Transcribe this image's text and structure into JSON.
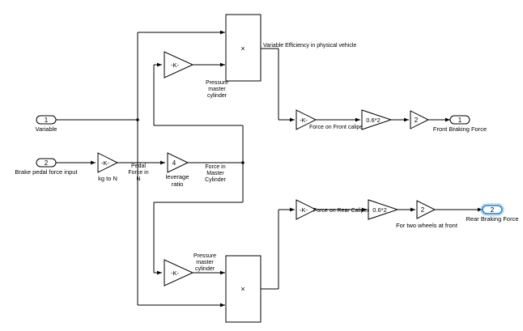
{
  "ports": {
    "in1": {
      "number": "1",
      "label": "Variable"
    },
    "in2": {
      "number": "2",
      "label": "Brake pedal force input"
    },
    "out1": {
      "number": "1",
      "label": "Front Braking Force"
    },
    "out2": {
      "number": "2",
      "label": "Rear Braking Force"
    }
  },
  "blocks": {
    "kg_to_n": {
      "value": "-K-",
      "label": "kg to N"
    },
    "leverage": {
      "value": "4",
      "label_line1": "leverage",
      "label_line2": "ratio"
    },
    "pmc_top": {
      "value": "-K-",
      "label_line1": "Pressure",
      "label_line2": "master",
      "label_line3": "cylinder"
    },
    "pmc_bottom": {
      "value": "-K-",
      "label_line1": "Pressure",
      "label_line2": "master",
      "label_line3": "cylinder"
    },
    "product_top": {
      "symbol": "×"
    },
    "product_bottom": {
      "symbol": "×"
    },
    "front_caliper": {
      "value": "-K-",
      "label": "Force on Front caliper"
    },
    "front_eff": {
      "value": "0.6*2"
    },
    "front_two": {
      "value": "2"
    },
    "rear_caliper": {
      "value": "-K-",
      "label": "Force on Rear Caliper"
    },
    "rear_eff": {
      "value": "0.6*2"
    },
    "rear_two": {
      "value": "2",
      "label": "For two wheels at front"
    }
  },
  "signals": {
    "variable_efficiency": "Variable Efficiency in physical vehicle",
    "pedal_force_line1": "Pedal",
    "pedal_force_line2": "Force in",
    "pedal_force_line3": "N",
    "force_mc_line1": "Force in",
    "force_mc_line2": "Master",
    "force_mc_line3": "Cylinder"
  },
  "colors": {
    "line": "#000000",
    "port_selected": "#1a7fd4",
    "block_fill": "#ffffff"
  }
}
